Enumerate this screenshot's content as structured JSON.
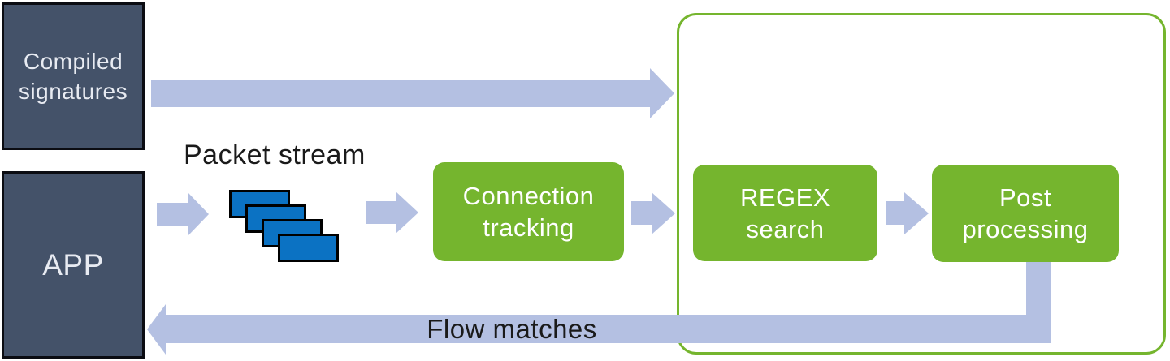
{
  "colors": {
    "node_green": "#75b52e",
    "container_border_green": "#75b52e",
    "dark_box_slate": "#445269",
    "arrow_lavender": "#b4c0e2",
    "packet_blue": "#0b72c3",
    "label_text": "#1a1a1a",
    "box_text": "#ffffff"
  },
  "nodes": {
    "compiled_signatures": {
      "label": "Compiled\nsignatures"
    },
    "app": {
      "label": "APP"
    },
    "connection_tracking": {
      "label": "Connection\ntracking"
    },
    "regex_search": {
      "label": "REGEX\nsearch"
    },
    "post_processing": {
      "label": "Post\nprocessing"
    }
  },
  "annotations": {
    "packet_stream": {
      "label": "Packet stream",
      "packet_count": 4
    },
    "flow_matches": {
      "label": "Flow matches"
    }
  }
}
